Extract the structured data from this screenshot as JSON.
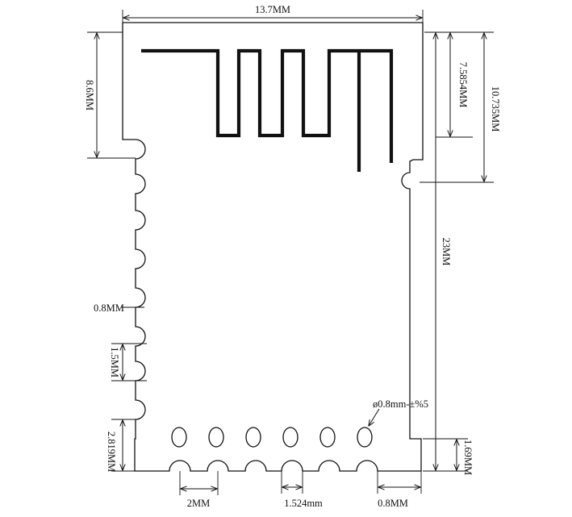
{
  "dimensions": {
    "width": "13.7MM",
    "antenna_height": "8.6MM",
    "antenna_depth": "7.5854MM",
    "right_notch": "10.735MM",
    "total_height": "23MM",
    "pad_diameter": "0.8MM",
    "pad_pitch_side": "1.5MM",
    "bottom_offset": "2.819MM",
    "pad_pitch_bottom": "2MM",
    "pad_spacing": "1.524mm",
    "bottom_pad": "0.8MM",
    "hole_diameter": "ø0.8mm-±%5",
    "hole_height": "1.69MM"
  }
}
